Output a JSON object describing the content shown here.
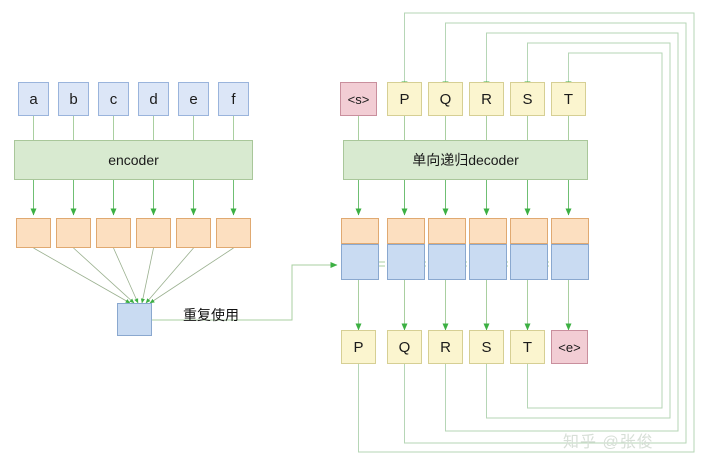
{
  "diagram": {
    "title": "Seq2Seq encoder-decoder with attention context reuse",
    "colors": {
      "input_token_fill": "#dce6f7",
      "input_token_stroke": "#9ab4dc",
      "decoder_token_fill": "#fbf5cf",
      "decoder_token_stroke": "#d6cf94",
      "special_token_fill": "#f2cdd4",
      "special_token_stroke": "#c98f9d",
      "block_fill": "#d8ead0",
      "block_stroke": "#a9c79a",
      "hidden_orange_fill": "#fcdfc0",
      "hidden_orange_stroke": "#e0a971",
      "hidden_blue_fill": "#c9dbf2",
      "hidden_blue_stroke": "#8aa8cf",
      "arrow": "#3cb043",
      "thin_line": "#b8d8b8"
    },
    "encoder": {
      "block_label": "encoder",
      "input_tokens": [
        "a",
        "b",
        "c",
        "d",
        "e",
        "f"
      ],
      "hidden_states": [
        "",
        "",
        "",
        "",
        "",
        ""
      ]
    },
    "context": {
      "box_label": "",
      "reuse_label": "重复使用"
    },
    "decoder": {
      "block_label": "单向递归decoder",
      "input_tokens": [
        "<s>",
        "P",
        "Q",
        "R",
        "S",
        "T"
      ],
      "hidden_top": [
        "",
        "",
        "",
        "",
        "",
        ""
      ],
      "hidden_bottom": [
        "",
        "",
        "",
        "",
        "",
        ""
      ],
      "output_tokens": [
        "P",
        "Q",
        "R",
        "S",
        "T",
        "<e>"
      ]
    },
    "watermark": "知乎 @张俊"
  }
}
